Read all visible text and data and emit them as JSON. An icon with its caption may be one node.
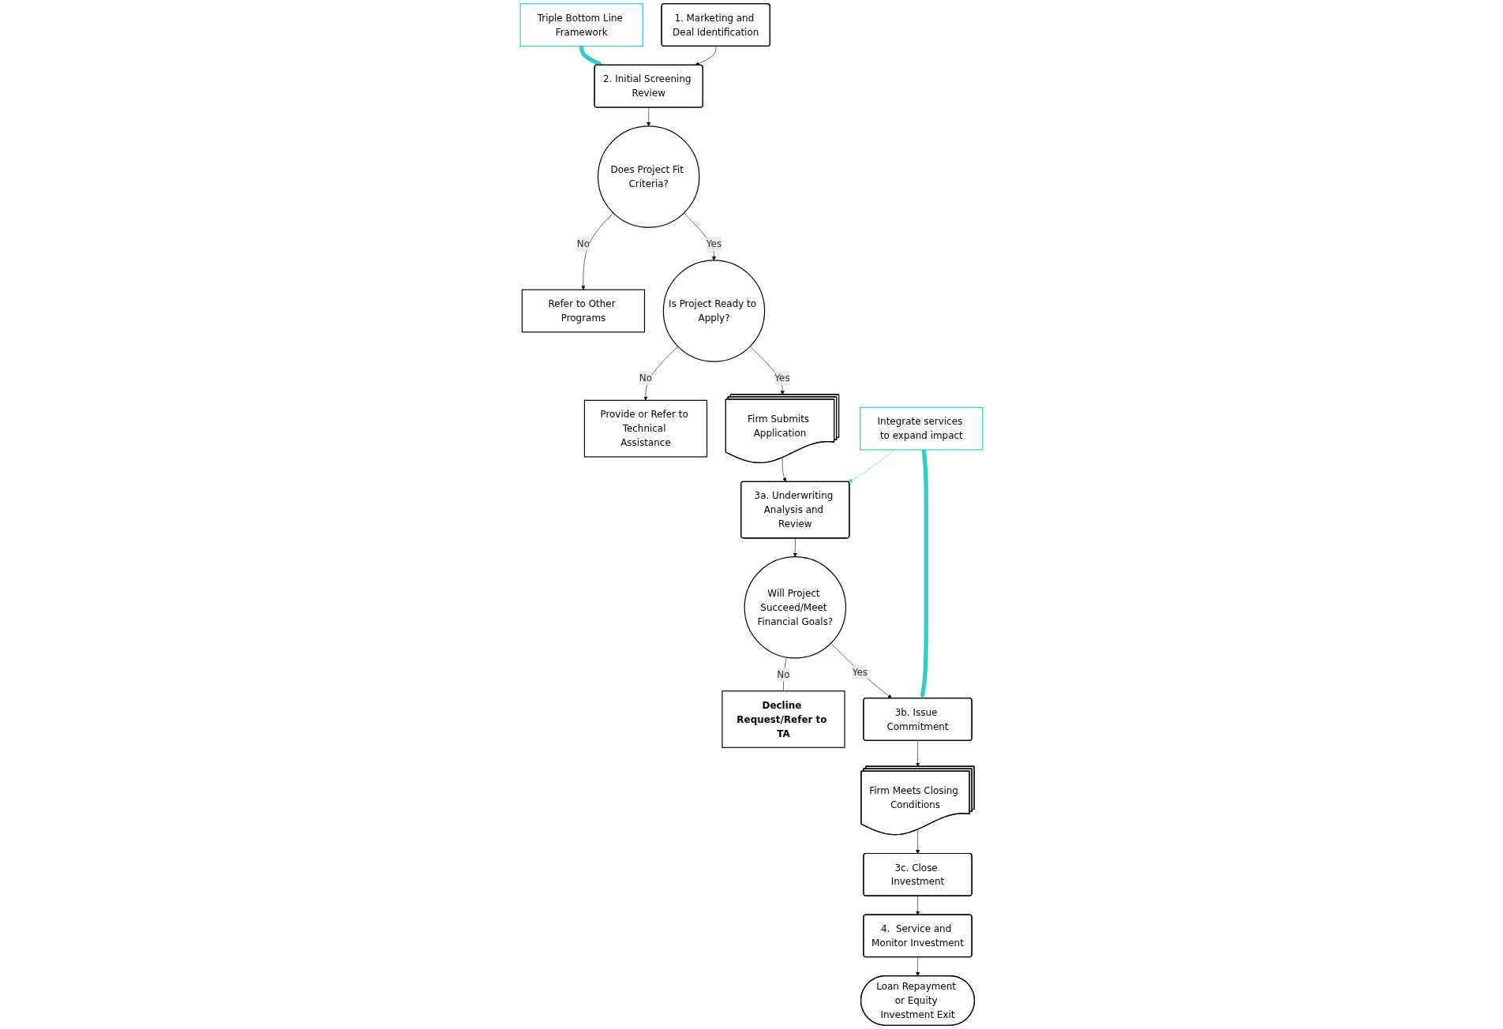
{
  "diagram": {
    "nodes": [
      {
        "text": [
          "Triple Bottom Line Framework"
        ]
      },
      {
        "text": [
          "Refer to Other Programs"
        ]
      },
      {
        "text": [
          "Provide or Refer to Technical Assistance"
        ]
      },
      {
        "text": [
          "1. Marketing and Deal Identification"
        ]
      },
      {
        "text": [
          "2. Initial Screening Review"
        ]
      },
      {
        "text": [
          "Does Project Fit Criteria?"
        ]
      },
      {
        "text": [
          "Is Project Ready to Apply?"
        ]
      },
      {
        "text": [
          "Integrate services to expand impact"
        ]
      },
      {
        "text": [
          "Decline Request/Refer to TA"
        ]
      },
      {
        "text": [
          "3b. Issue Commitment"
        ]
      },
      {
        "text": [
          "Will Project Succeed/Meet Financial Goals?"
        ]
      },
      {
        "text": [
          "3a. Underwriting Analysis and Review"
        ]
      },
      {
        "text": [
          "Firm Submits Application"
        ]
      },
      {
        "text": [
          "Firm Meets Closing Conditions"
        ]
      },
      {
        "text": [
          "3c. Close Investment"
        ]
      },
      {
        "text": [
          "4.  Service and Monitor Investment"
        ]
      },
      {
        "text": [
          "Loan Repayment or Equity Investment Exit"
        ]
      }
    ],
    "edges": [
      {
        "from": 0,
        "to": 4,
        "arrow": "to",
        "style": "thick",
        "color": "#33cccc"
      },
      {
        "from": 3,
        "to": 4,
        "arrow": "to"
      },
      {
        "from": 4,
        "to": 5,
        "arrow": "to"
      },
      {
        "from": 5,
        "to": 1,
        "arrow": "to",
        "label": "No"
      },
      {
        "from": 5,
        "to": 6,
        "arrow": "to",
        "label": "Yes"
      },
      {
        "from": 6,
        "to": 2,
        "arrow": "to",
        "label": "No"
      },
      {
        "from": 6,
        "to": 12,
        "arrow": "to",
        "label": "Yes"
      },
      {
        "from": 12,
        "to": 11,
        "arrow": "to"
      },
      {
        "from": 11,
        "to": 10,
        "arrow": "to"
      },
      {
        "from": 10,
        "to": 9,
        "arrow": "to",
        "label": "Yes"
      },
      {
        "from": 10,
        "to": 8,
        "arrow": "none",
        "label": "No"
      },
      {
        "from": 7,
        "to": 9,
        "arrow": "to",
        "style": "thick",
        "color": "#33cccc"
      },
      {
        "from": 7,
        "to": 11,
        "arrow": "to",
        "color": "#33cccc"
      },
      {
        "from": 9,
        "to": 13,
        "arrow": "to"
      },
      {
        "from": 13,
        "to": 14,
        "arrow": "to"
      },
      {
        "from": 14,
        "to": 15,
        "arrow": "to"
      },
      {
        "from": 15,
        "to": 16,
        "arrow": "to"
      }
    ]
  }
}
